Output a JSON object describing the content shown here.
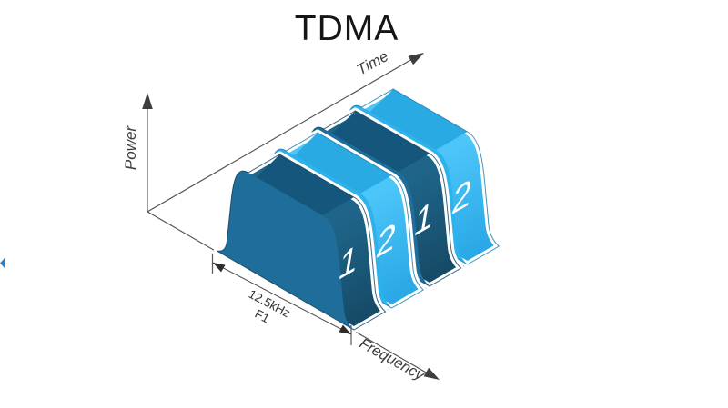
{
  "title": "TDMA",
  "axes": {
    "power_label": "Power",
    "time_label": "Time",
    "frequency_label": "Frequency"
  },
  "band": {
    "bandwidth_label": "12.5kHz",
    "carrier_label": "F1"
  },
  "slots": [
    {
      "label": "1",
      "tone": "dark"
    },
    {
      "label": "2",
      "tone": "light"
    },
    {
      "label": "1",
      "tone": "dark"
    },
    {
      "label": "2",
      "tone": "light"
    }
  ],
  "colors": {
    "slab_dark_front": "#1f6d9a",
    "slab_dark_top": "#15577c",
    "slab_dark_side": "#1a5d81",
    "slab_light_front": "#2db2eb",
    "slab_light_top": "#29aae3",
    "slab_light_side": "#3bbdf5",
    "floor": "#17516f",
    "separator": "#ffffff",
    "axis": "#4f4f4f",
    "slot_number_text": "#ffffff",
    "title_text": "#151515",
    "nav_artifact": "#2e7fc4"
  }
}
